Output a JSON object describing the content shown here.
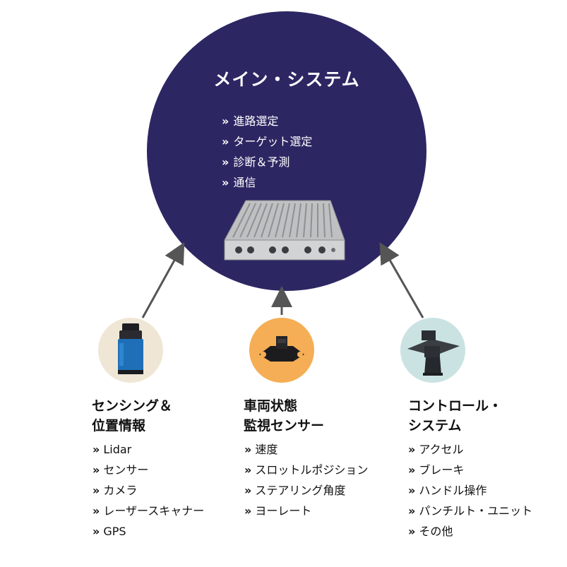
{
  "main_system": {
    "title": "メイン・システム",
    "items": [
      "進路選定",
      "ターゲット選定",
      "診断＆予測",
      "通信"
    ]
  },
  "bullet": "»",
  "columns": [
    {
      "title_lines": [
        "センシング＆",
        "位置情報"
      ],
      "items": [
        "Lidar",
        "センサー",
        "カメラ",
        "レーザースキャナー",
        "GPS"
      ],
      "circle_color": "#efe6d6",
      "image_icon": "lidar-sensor-icon"
    },
    {
      "title_lines": [
        "車両状態",
        "監視センサー"
      ],
      "items": [
        "速度",
        "スロットルポジション",
        "ステアリング角度",
        "ヨーレート"
      ],
      "circle_color": "#f5ae55",
      "image_icon": "vehicle-sensor-icon"
    },
    {
      "title_lines": [
        "コントロール・",
        "システム"
      ],
      "items": [
        "アクセル",
        "ブレーキ",
        "ハンドル操作",
        "パンチルト・ユニット",
        "その他"
      ],
      "circle_color": "#cae3e2",
      "image_icon": "pan-tilt-unit-icon"
    }
  ],
  "colors": {
    "main_circle": "#2c2763",
    "arrow": "#555555",
    "text": "#111111"
  }
}
